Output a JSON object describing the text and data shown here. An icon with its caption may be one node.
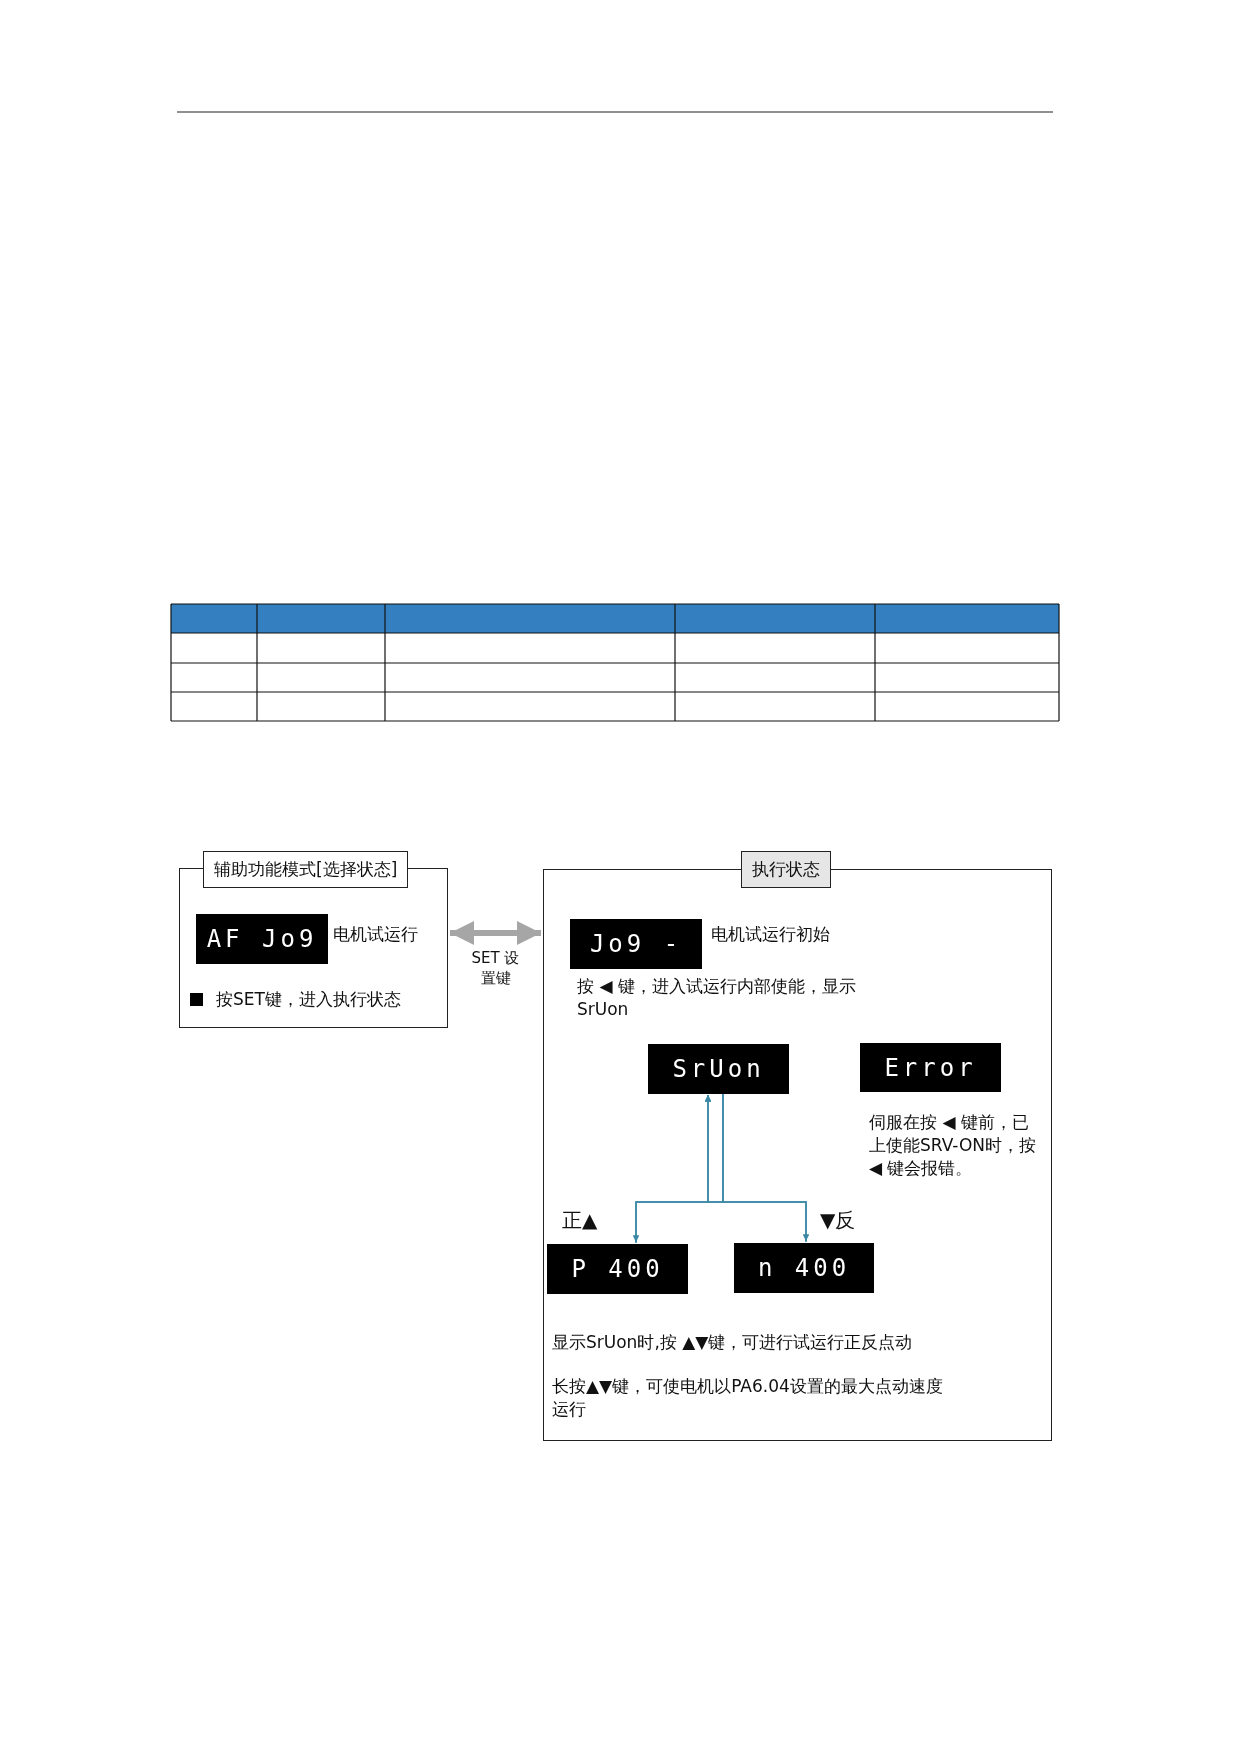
{
  "diagram": {
    "nodes": [
      {
        "text": [
          "辅助功能模式[选择状态]"
        ]
      },
      {
        "text": [
          "AF Jo9"
        ],
        "in": 0,
        "beside": [
          "电机试运行"
        ]
      },
      {
        "text": [
          "执行状态"
        ]
      },
      {
        "text": [
          "Jo9 -"
        ],
        "in": 2,
        "beside": [
          "电机试运行初始"
        ]
      },
      {
        "text": [
          "SrUon"
        ],
        "in": 2
      },
      {
        "text": [
          "Error"
        ],
        "in": 2,
        "beside": [
          "伺服在按 ◀ 键前，已上使能SRV-ON时，按 ◀ 键会报错。"
        ]
      },
      {
        "text": [
          "P 400"
        ],
        "in": 2,
        "beside": [
          "正▲"
        ]
      },
      {
        "text": [
          "n 400"
        ],
        "in": 2,
        "beside": [
          "▼反"
        ]
      }
    ],
    "edges": [
      {
        "from": 0,
        "to": 2,
        "arrow": "both",
        "label": "SET 设置键",
        "style": "thick",
        "color": "#a6a6a6"
      },
      {
        "from": 6,
        "to": 4,
        "arrow": "to"
      },
      {
        "from": 7,
        "to": 4,
        "arrow": "to"
      },
      {
        "from": 4,
        "to": 6,
        "arrow": "to"
      },
      {
        "from": 4,
        "to": 7,
        "arrow": "to"
      }
    ],
    "labels": [
      "按SET键，进入执行状态",
      "按 ◀ 键，进入试运行内部使能，显示 SrUon",
      "显示SrUon时,按 ▲▼键，可进行试运行正反点动",
      "长按▲▼键，可使电机以PA6.04设置的最大点动速度运行"
    ]
  }
}
